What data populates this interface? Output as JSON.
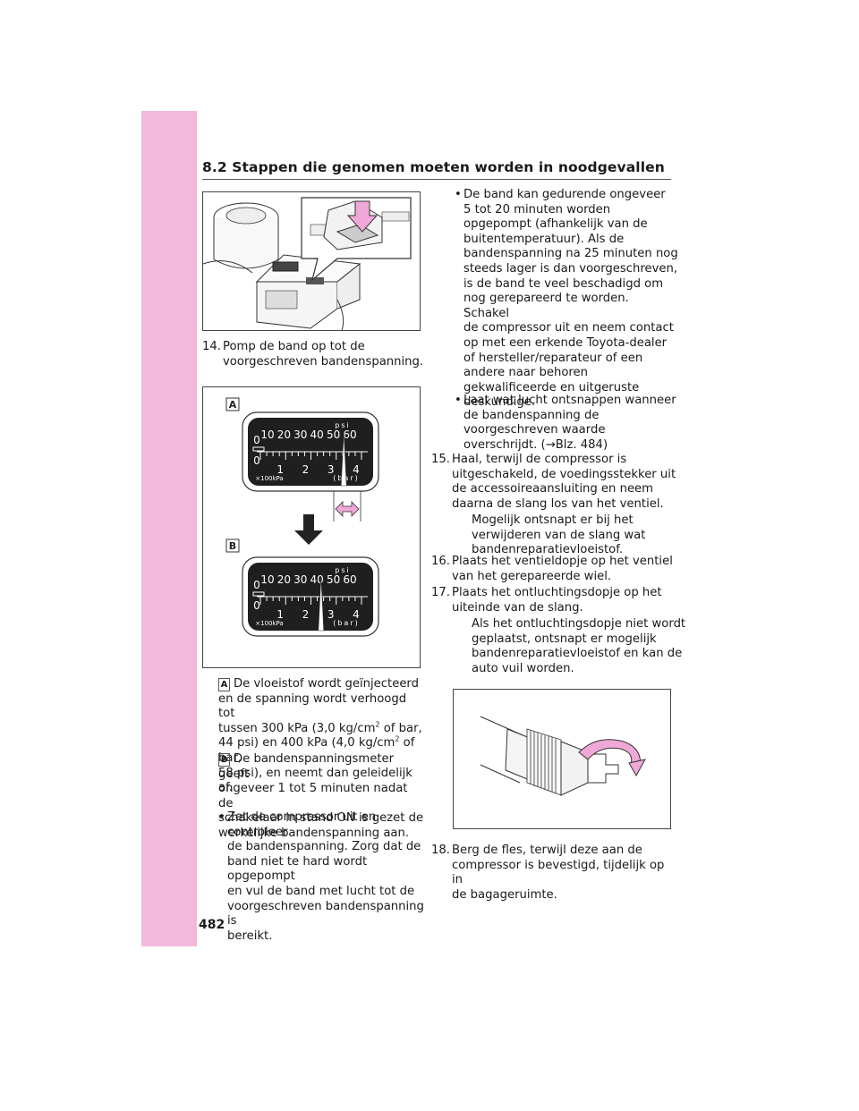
{
  "header": {
    "title": "8.2 Stappen die genomen moeten worden in noodgevallen",
    "page_number": "482"
  },
  "figure2": {
    "label_a": "A",
    "label_b": "B",
    "gauge": {
      "psi_unit": "psi",
      "bar_unit": "(bar)",
      "kpa_unit": "×100kPa",
      "psi_ticks": [
        "0",
        "10",
        "20",
        "30",
        "40",
        "50",
        "60"
      ],
      "bar_ticks": [
        "0",
        "1",
        "2",
        "3",
        "4"
      ]
    },
    "gauge_a_reading_bar": 3.3,
    "gauge_b_reading_bar": 2.4
  },
  "left_col": {
    "step14_num": "14.",
    "step14_l1": "Pomp de band op tot de",
    "step14_l2": "voorgeschreven bandenspanning.",
    "a_label": "A",
    "a_l1": "De vloeistof wordt geïnjecteerd",
    "a_l2": "en de spanning wordt verhoogd tot",
    "a_l3a": "tussen 300 kPa (3,0 kg/cm",
    "a_l3sup": "2",
    "a_l3b": " of bar,",
    "a_l4a": "44 psi) en 400 kPa (4,0 kg/cm",
    "a_l4sup": "2",
    "a_l4b": " of bar,",
    "a_l5": "58 psi), en neemt dan geleidelijk af.",
    "b_label": "B",
    "b_l1": "De bandenspanningsmeter geeft",
    "b_l2": "ongeveer 1 tot 5 minuten nadat de",
    "b_l3": "schakelaar in stand ON is gezet de",
    "b_l4": "werkelijke bandenspanning aan.",
    "bullet_dot": "•",
    "bullet1": [
      "Zet de compressor uit en controleer",
      "de bandenspanning. Zorg dat de",
      "band niet te hard wordt opgepompt",
      "en vul de band met lucht tot de",
      "voorgeschreven bandenspanning is",
      "bereikt."
    ]
  },
  "right_col": {
    "bullet_dot": "•",
    "bullet2": [
      "De band kan gedurende ongeveer",
      "5 tot 20 minuten worden",
      "opgepompt (afhankelijk van de",
      "buitentemperatuur). Als de",
      "bandenspanning na 25 minuten nog",
      "steeds lager is dan voorgeschreven,",
      "is de band te veel beschadigd om",
      "nog gerepareerd te worden. Schakel",
      "de compressor uit en neem contact",
      "op met een erkende Toyota-dealer",
      "of hersteller/reparateur of een",
      "andere naar behoren",
      "gekwalificeerde en uitgeruste",
      "deskundige."
    ],
    "bullet3": [
      "Laat wat lucht ontsnappen wanneer",
      "de bandenspanning de",
      "voorgeschreven waarde",
      "overschrijdt. (→Blz. 484)"
    ],
    "step15_num": "15.",
    "step15": [
      "Haal, terwijl de compressor is",
      "uitgeschakeld, de voedingsstekker uit",
      "de accessoireaansluiting en neem",
      "daarna de slang los van het ventiel."
    ],
    "step15_note": [
      "Mogelijk ontsnapt er bij het",
      "verwijderen van de slang wat",
      "bandenreparatievloeistof."
    ],
    "step16_num": "16.",
    "step16": [
      "Plaats het ventieldopje op het ventiel",
      "van het gerepareerde wiel."
    ],
    "step17_num": "17.",
    "step17": [
      "Plaats het ontluchtingsdopje op het",
      "uiteinde van de slang."
    ],
    "step17_note": [
      "Als het ontluchtingsdopje niet wordt",
      "geplaatst, ontsnapt er mogelijk",
      "bandenreparatievloeistof en kan de",
      "auto vuil worden."
    ],
    "step18_num": "18.",
    "step18": [
      "Berg de fles, terwijl deze aan de",
      "compressor is bevestigd, tijdelijk op in",
      "de bagageruimte."
    ]
  },
  "colors": {
    "accent_pink": "#f3b8dc",
    "arrow_pink": "#f0a8d8"
  }
}
